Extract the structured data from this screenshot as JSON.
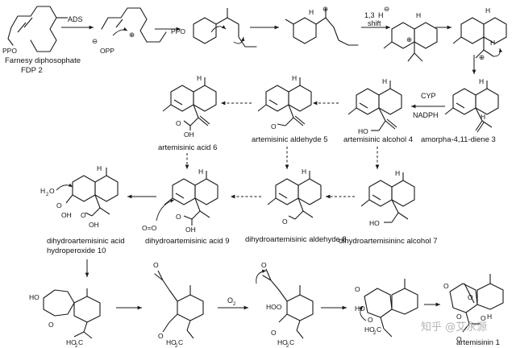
{
  "compounds": {
    "fdp_name": "Farnesy diphosophate",
    "fdp_code": "FDP 2",
    "amorphadiene": "amorpha-4,11-diene 3",
    "art_alcohol": "artemisinic alcohol 4",
    "art_aldehyde": "artemisinic aldehyde 5",
    "art_acid": "artemisinic acid 6",
    "dh_alcohol": "dihydroartemisininc alcohol 7",
    "dh_aldehyde": "dihydroartemisinic aldehyde 8",
    "dh_acid": "dihydroartemisinic acid 9",
    "dh_hydroperoxide_l1": "dihydroartemisinic acid",
    "dh_hydroperoxide_l2": "hydroperoxide 10",
    "artemisinin": "artemisinin 1"
  },
  "reagents": {
    "ads": "ADS",
    "shift_a": "1,3",
    "shift_h": "H",
    "shift_b": "shift",
    "cyp": "CYP",
    "nadph": "NADPH",
    "o2": "O",
    "o2_sub": "2"
  },
  "atoms": {
    "ppo": "PPO",
    "opp": "OPP",
    "minus": "⊖",
    "plus": "⊕",
    "h": "H",
    "oh": "OH",
    "o": "O",
    "ho": "HO",
    "h2o": "H",
    "h2o_sub": "2",
    "h2o_o": "O",
    "hoo": "HOO",
    "ho2c": "HO",
    "ho2c_sub": "2",
    "ho2c_c": "C",
    "o_eq_o": "O=O",
    "oh_small": "OH",
    "meo": "O"
  },
  "watermark": {
    "text": "知乎 @艾永源"
  }
}
